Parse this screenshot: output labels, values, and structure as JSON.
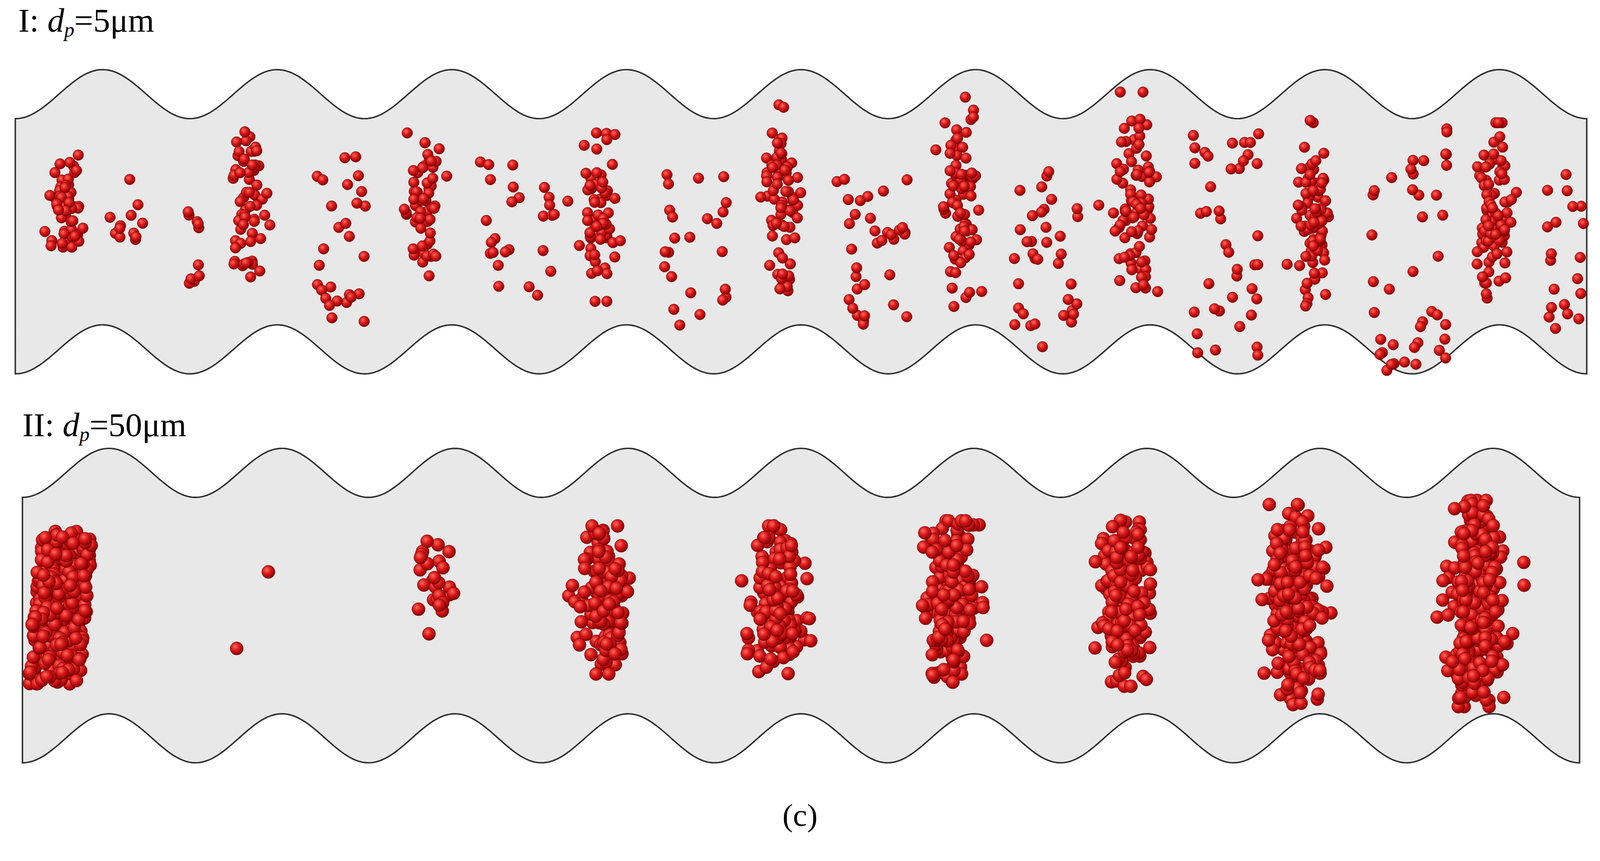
{
  "diagram": {
    "caption": "(c)",
    "labels": [
      "I:",
      "d",
      "p",
      "=5μm",
      "II:",
      "d",
      "p",
      "=50μm"
    ]
  }
}
